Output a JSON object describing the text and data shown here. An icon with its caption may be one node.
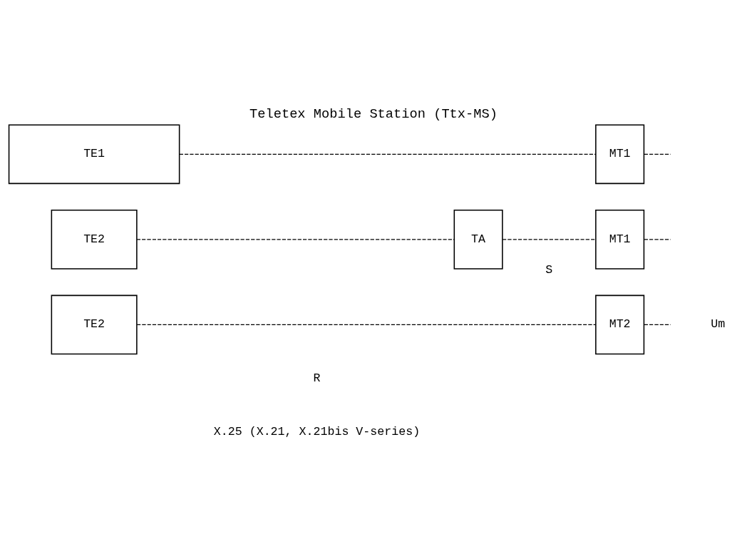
{
  "diagram": {
    "title": "Teletex Mobile Station (Ttx-MS)",
    "nodes": [
      {
        "text": [
          "TE1"
        ]
      },
      {
        "text": [
          "MT1"
        ]
      },
      {
        "text": [
          "TE2"
        ]
      },
      {
        "text": [
          "TA"
        ]
      },
      {
        "text": [
          "MT1"
        ]
      },
      {
        "text": [
          "TE2"
        ]
      },
      {
        "text": [
          "MT2"
        ]
      }
    ],
    "edges": [
      {
        "from": 0,
        "to": 1,
        "arrow": "none",
        "style": "dashed"
      },
      {
        "from": 1,
        "to": null,
        "arrow": "none",
        "style": "dashed"
      },
      {
        "from": 2,
        "to": 3,
        "arrow": "none",
        "style": "dashed"
      },
      {
        "from": 3,
        "to": 4,
        "arrow": "none",
        "style": "dashed"
      },
      {
        "from": 4,
        "to": null,
        "arrow": "none",
        "style": "dashed"
      },
      {
        "from": 5,
        "to": 6,
        "arrow": "none",
        "style": "dashed"
      },
      {
        "from": 6,
        "to": null,
        "arrow": "none",
        "style": "dashed"
      }
    ],
    "labels": [
      "S",
      "R",
      "Um",
      "X.25 (X.21, X.21bis V-series)"
    ]
  }
}
